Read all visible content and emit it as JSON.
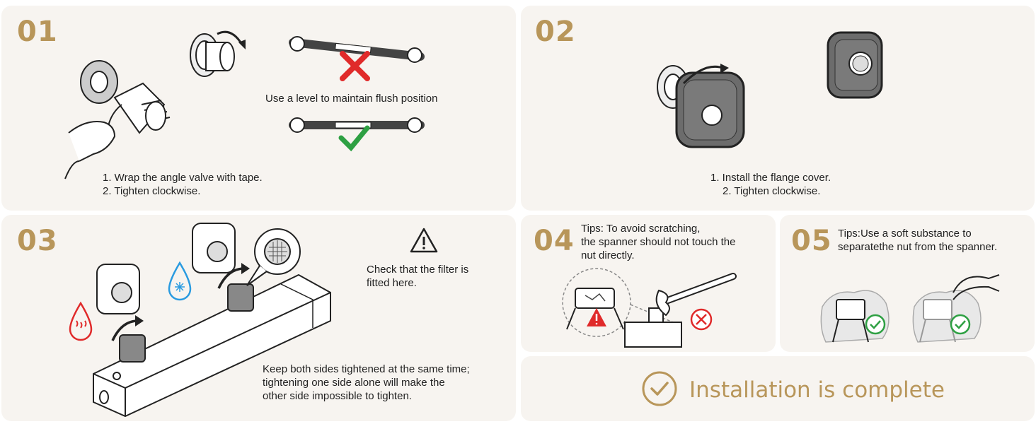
{
  "step1": {
    "number": "01",
    "level_note": "Use a level to maintain flush position",
    "instruction_1": "1. Wrap the angle valve with tape.",
    "instruction_2": "2. Tighten clockwise."
  },
  "step2": {
    "number": "02",
    "instruction_1": "1. Install the flange cover.",
    "instruction_2": "2. Tighten clockwise."
  },
  "step3": {
    "number": "03",
    "filter_note": "Check that the filter is\nfitted here.",
    "tighten_note": "Keep both sides tightened at the same time;\ntightening one side alone will make the\nother side impossible to tighten."
  },
  "step4": {
    "number": "04",
    "tip": "Tips: To avoid scratching,\nthe spanner should not touch the\nnut directly."
  },
  "step5": {
    "number": "05",
    "tip": "Tips:Use a soft substance to\nseparatethe nut from the spanner."
  },
  "completion": {
    "label": "Installation is complete"
  },
  "colors": {
    "accent": "#b8965a",
    "panel_bg": "#f7f4f0",
    "error_red": "#e02a2a",
    "ok_green": "#2ea043",
    "cold_blue": "#2a9be0"
  }
}
